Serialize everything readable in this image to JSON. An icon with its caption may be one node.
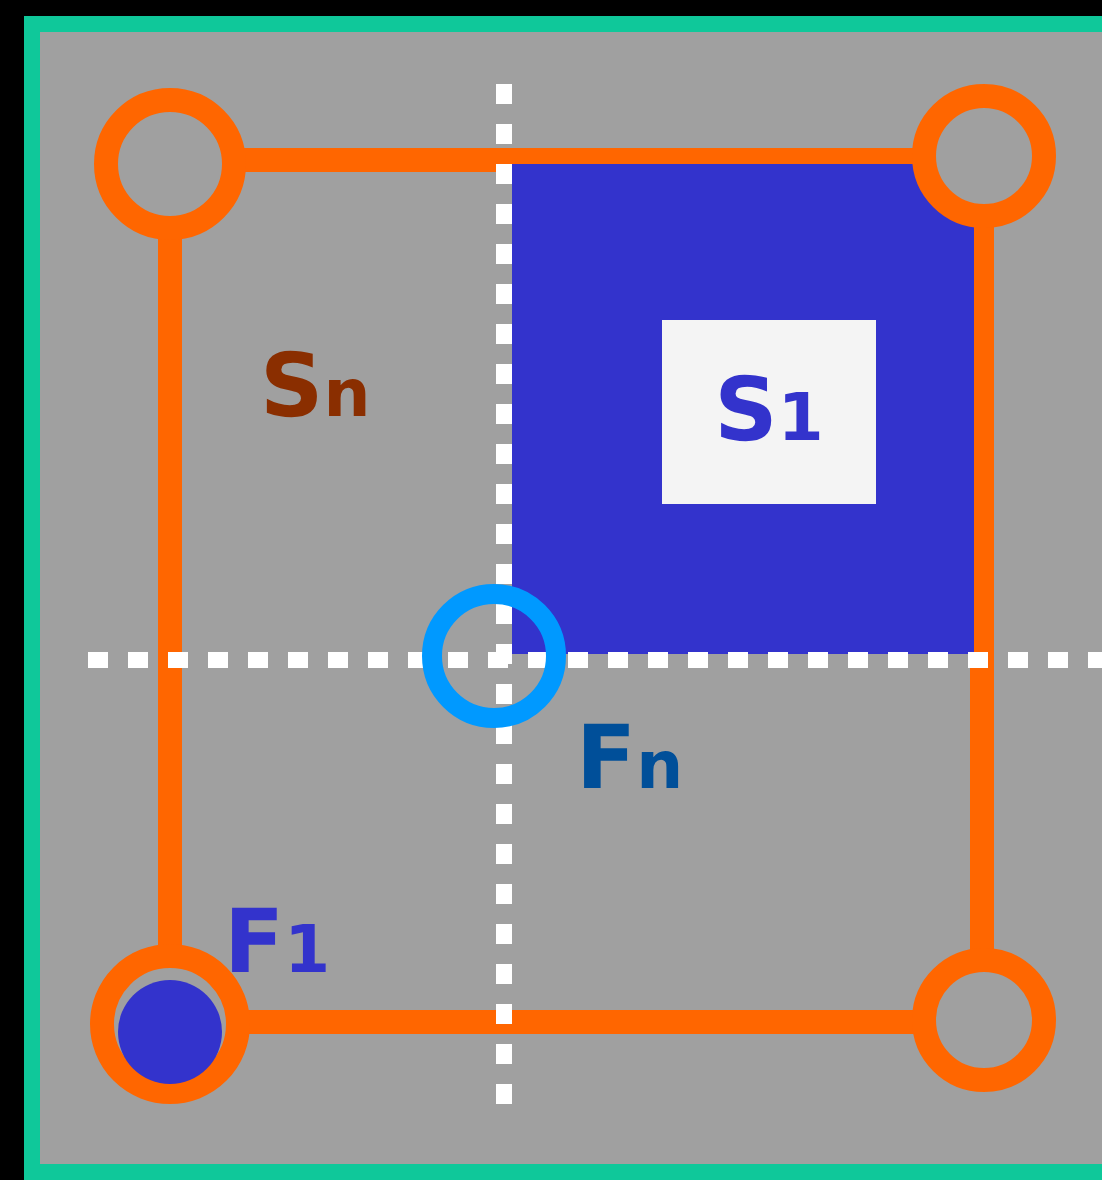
{
  "diagram": {
    "nodes": [
      {
        "text": [
          "S$_{n}$"
        ]
      },
      {
        "text": [
          "S$_{1}$"
        ]
      }
    ],
    "labels": [
      "F$_{n}$",
      "F$_{1}$"
    ]
  }
}
